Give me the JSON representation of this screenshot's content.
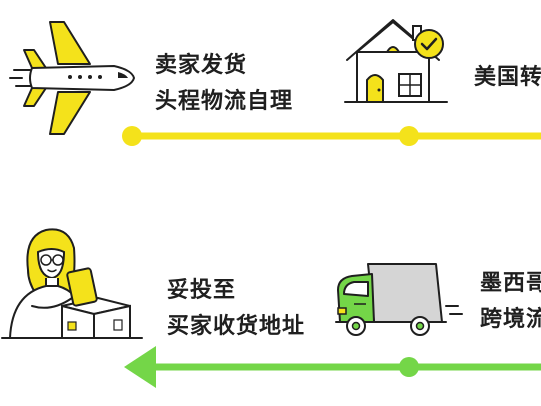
{
  "colors": {
    "yellow": "#f4e21b",
    "green": "#74d648",
    "ink": "#1f1f1f",
    "gray": "#d5d5d5"
  },
  "top_row": {
    "step1": {
      "line1": "卖家发货",
      "line2": "头程物流自理",
      "icon": "airplane-icon"
    },
    "step2": {
      "line1": "美国转",
      "icon": "house-check-icon"
    }
  },
  "bottom_row": {
    "step3": {
      "line1": "墨西哥",
      "line2": "跨境流",
      "icon": "delivery-truck-icon"
    },
    "step4": {
      "line1": "妥投至",
      "line2": "买家收货地址",
      "icon": "woman-with-parcel-icon"
    }
  }
}
